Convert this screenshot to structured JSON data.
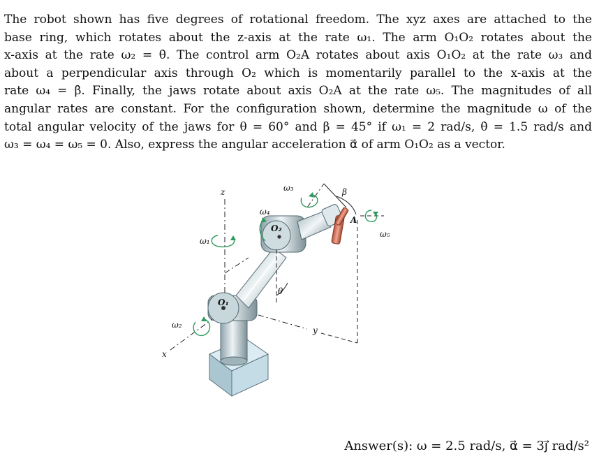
{
  "problem": {
    "lines": [
      "The robot shown has five degrees of rotational freedom. The xyz axes are attached to the",
      "base ring, which rotates about the z-axis at the rate ω₁. The arm O₁O₂ rotates about the",
      "x-axis at the rate ω₂ = θ̇. The control arm O₂A rotates about axis O₁O₂ at the rate ω₃ and",
      "about a perpendicular axis through O₂ which is momentarily parallel to the x-axis at the",
      "rate ω₄ = β̇. Finally, the jaws rotate about axis O₂A at the rate ω₅. The magnitudes of all",
      "angular rates are constant. For the configuration shown, determine the magnitude ω of the",
      "total angular velocity of the jaws for θ = 60° and β = 45° if ω₁ = 2 rad/s, θ̇ = 1.5 rad/s and",
      "ω₃ = ω₄ = ω₅ = 0. Also, express the angular acceleration α⃗ of arm O₁O₂ as a vector."
    ]
  },
  "figure": {
    "labels": {
      "z": "z",
      "x": "x",
      "y": "y",
      "omega1": "ω₁",
      "omega2": "ω₂",
      "omega3": "ω₃",
      "omega4": "ω₄",
      "omega5": "ω₅",
      "O1": "O₁",
      "O2": "O₂",
      "A": "A",
      "theta": "θ",
      "beta": "β"
    },
    "colors": {
      "steel": "#b7c7cc",
      "base": "#c5dde6",
      "jaw": "#d9755a",
      "arrow": "#2e9a5c"
    }
  },
  "answer": {
    "text": "Answer(s): ω = 2.5 rad/s, α⃗ = 3ȷ⃗ rad/s²"
  }
}
